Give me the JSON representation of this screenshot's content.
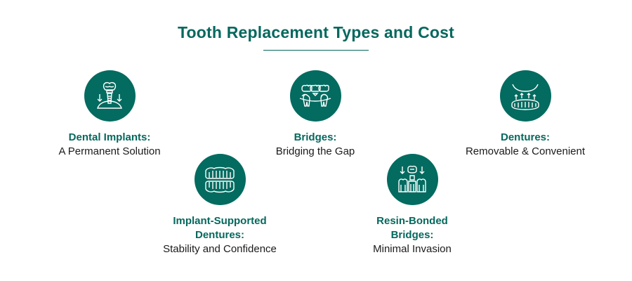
{
  "title": "Tooth Replacement Types and Cost",
  "items": [
    {
      "label": "Dental Implants:",
      "sub": "A Permanent Solution",
      "icon": "dental-implant-icon"
    },
    {
      "label": "Bridges:",
      "sub": "Bridging the Gap",
      "icon": "dental-bridge-icon"
    },
    {
      "label": "Dentures:",
      "sub": "Removable & Convenient",
      "icon": "dentures-icon"
    },
    {
      "label_lines": [
        "Implant-Supported",
        "Dentures:"
      ],
      "sub": "Stability and Confidence",
      "icon": "implant-dentures-icon"
    },
    {
      "label_lines": [
        "Resin-Bonded",
        "Bridges:"
      ],
      "sub": "Minimal Invasion",
      "icon": "resin-bridge-icon"
    }
  ],
  "colors": {
    "accent": "#036b60",
    "text": "#1a1a1a"
  }
}
